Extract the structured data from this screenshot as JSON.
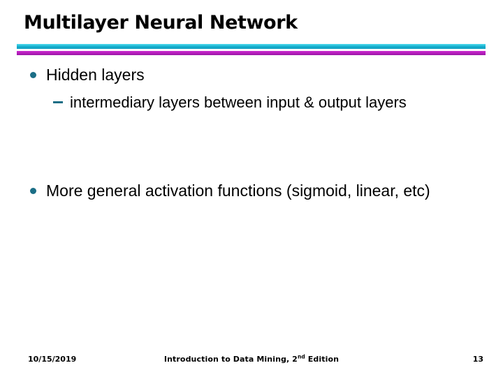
{
  "slide": {
    "title": "Multilayer Neural Network",
    "page_number": "13",
    "background_color": "#ffffff",
    "title_color": "#000000"
  },
  "divider": {
    "cyan_color": "#16b5cf",
    "cyan_highlight_color": "#3fd0e6",
    "magenta_color": "#b81fbe"
  },
  "bullets": [
    {
      "level": 1,
      "marker": "filled-circle",
      "marker_color": "#1b6e86",
      "text": "Hidden layers"
    },
    {
      "level": 2,
      "marker": "en-dash",
      "marker_color": "#1b6e86",
      "text": "intermediary layers between input & output layers"
    },
    {
      "level": 1,
      "marker": "filled-circle",
      "marker_color": "#1b6e86",
      "text": "More general activation functions (sigmoid, linear, etc)"
    }
  ],
  "footer": {
    "date": "10/15/2019",
    "source_prefix": "Introduction to Data Mining, 2",
    "source_superscript": "nd",
    "source_suffix": " Edition",
    "page_number": "13"
  }
}
